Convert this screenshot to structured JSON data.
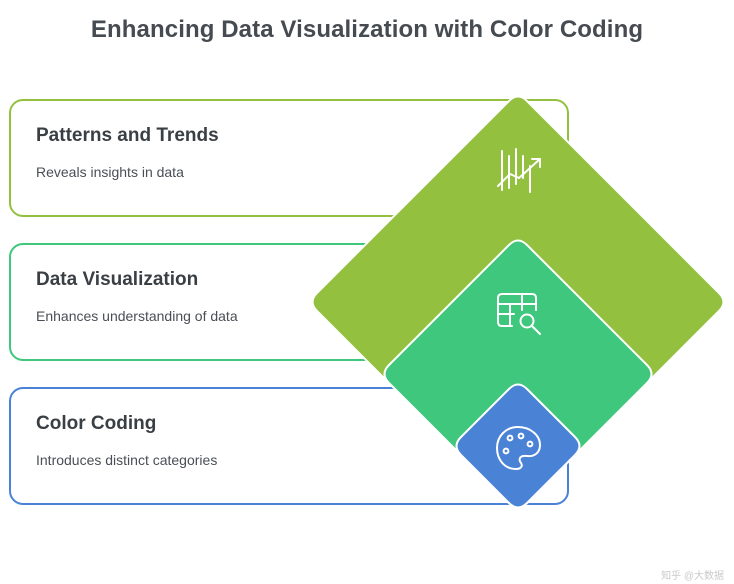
{
  "title": "Enhancing Data Visualization with Color Coding",
  "layers": [
    {
      "heading": "Patterns and Trends",
      "description": "Reveals insights in data",
      "color": "#93c13f",
      "icon": "trend-chart-icon"
    },
    {
      "heading": "Data Visualization",
      "description": "Enhances understanding of data",
      "color": "#3ec77d",
      "icon": "table-search-icon"
    },
    {
      "heading": "Color Coding",
      "description": "Introduces distinct categories",
      "color": "#4a82d6",
      "icon": "palette-icon"
    }
  ],
  "watermark": "知乎 @大数据"
}
